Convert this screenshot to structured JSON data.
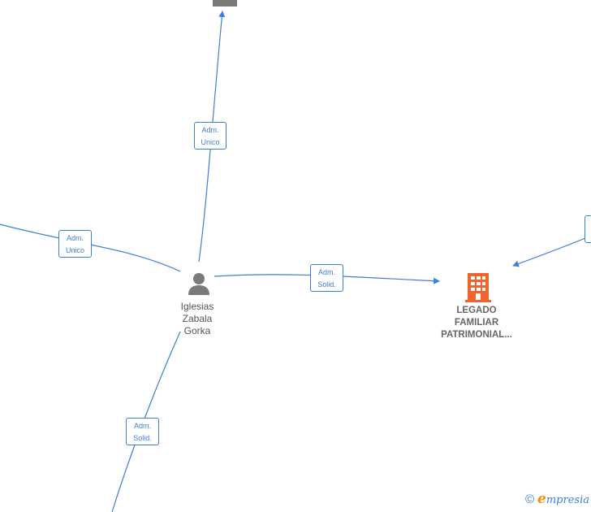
{
  "colors": {
    "edge": "#3d7fd6",
    "person_icon": "#7a7a7a",
    "company_highlight": "#f0622e",
    "company_gray": "#7a7a7a",
    "brand_accent": "#f39200"
  },
  "nodes": {
    "person": {
      "name_lines": [
        "Iglesias",
        "Zabala",
        "Gorka"
      ],
      "icon": "person-icon"
    },
    "company_main": {
      "name_lines": [
        "LEGADO",
        "FAMILIAR",
        "PATRIMONIAL..."
      ],
      "icon": "building-icon"
    },
    "company_top": {
      "icon": "building-icon"
    }
  },
  "edges": [
    {
      "id": "top",
      "role_lines": [
        "Adm.",
        "Unico"
      ]
    },
    {
      "id": "left",
      "role_lines": [
        "Adm.",
        "Unico"
      ]
    },
    {
      "id": "main",
      "role_lines": [
        "Adm.",
        "Solid."
      ]
    },
    {
      "id": "bottom",
      "role_lines": [
        "Adm.",
        "Solid."
      ]
    }
  ],
  "footer": {
    "copyright_symbol": "©",
    "brand_initial": "e",
    "brand_rest": "mpresia"
  }
}
